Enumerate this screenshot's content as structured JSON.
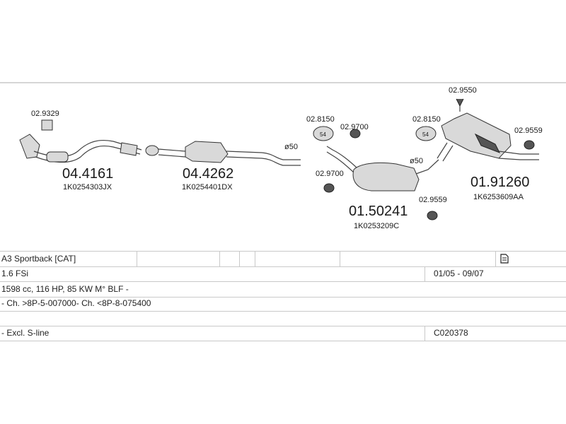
{
  "diagram": {
    "parts": [
      {
        "number": "04.4161",
        "oe": "1K0254303JX"
      },
      {
        "number": "04.4262",
        "oe": "1K0254401DX"
      },
      {
        "number": "01.50241",
        "oe": "1K0253209C"
      },
      {
        "number": "01.91260",
        "oe": "1K6253609AA"
      }
    ],
    "accessories": [
      "02.9329",
      "02.8150",
      "02.9700",
      "02.9700",
      "02.8150",
      "02.9550",
      "02.9559",
      "02.9559"
    ],
    "diameters": [
      "ø50",
      "ø50"
    ],
    "clamp_size": "54"
  },
  "info": {
    "model": "A3 Sportback  [CAT]",
    "engine": "1.6 FSi",
    "years": "01/05 - 09/07",
    "specs": "1598 cc, 116 HP, 85 KW M° BLF -",
    "chassis": "- Ch. >8P-5-007000- Ch. <8P-8-075400",
    "note": "- Excl. S-line",
    "code": "C020378"
  }
}
